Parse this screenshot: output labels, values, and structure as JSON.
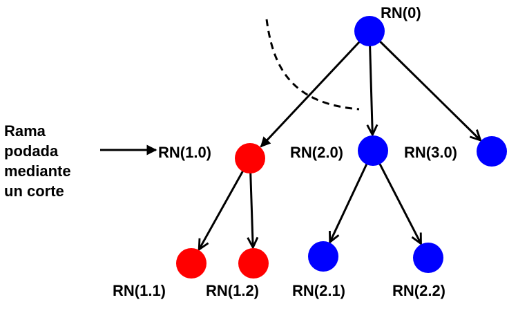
{
  "colors": {
    "pruned": "#ff0000",
    "kept": "#0000ff",
    "line": "#000000"
  },
  "caption": {
    "lines": [
      "Rama",
      "podada",
      "mediante",
      "un corte"
    ]
  },
  "nodes": [
    {
      "id": "n0",
      "label": "RN(0)",
      "status": "kept"
    },
    {
      "id": "n10",
      "label": "RN(1.0)",
      "status": "pruned"
    },
    {
      "id": "n20",
      "label": "RN(2.0)",
      "status": "kept"
    },
    {
      "id": "n30",
      "label": "RN(3.0)",
      "status": "kept"
    },
    {
      "id": "n11",
      "label": "RN(1.1)",
      "status": "pruned"
    },
    {
      "id": "n12",
      "label": "RN(1.2)",
      "status": "pruned"
    },
    {
      "id": "n21",
      "label": "RN(2.1)",
      "status": "kept"
    },
    {
      "id": "n22",
      "label": "RN(2.2)",
      "status": "kept"
    }
  ],
  "edges": [
    {
      "from": "n0",
      "to": "n10"
    },
    {
      "from": "n0",
      "to": "n20"
    },
    {
      "from": "n0",
      "to": "n30"
    },
    {
      "from": "n10",
      "to": "n11"
    },
    {
      "from": "n10",
      "to": "n12"
    },
    {
      "from": "n20",
      "to": "n21"
    },
    {
      "from": "n20",
      "to": "n22"
    }
  ]
}
